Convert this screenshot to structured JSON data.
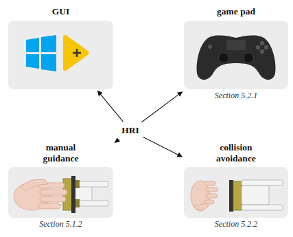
{
  "diagram": {
    "nodes": [
      {
        "text": [
          "GUI"
        ]
      },
      {
        "text": [
          "game pad",
          "Section 5.2.1"
        ]
      },
      {
        "text": [
          "HRI"
        ]
      },
      {
        "text": [
          "manual guidance",
          "Section 5.1.2"
        ]
      },
      {
        "text": [
          "collision avoidance",
          "Section 5.2.2"
        ]
      }
    ],
    "edges": [
      {
        "from": 2,
        "to": 0,
        "arrow": "to"
      },
      {
        "from": 2,
        "to": 1,
        "arrow": "to"
      },
      {
        "from": 2,
        "to": 3,
        "arrow": "to"
      },
      {
        "from": 2,
        "to": 4,
        "arrow": "to"
      }
    ]
  }
}
